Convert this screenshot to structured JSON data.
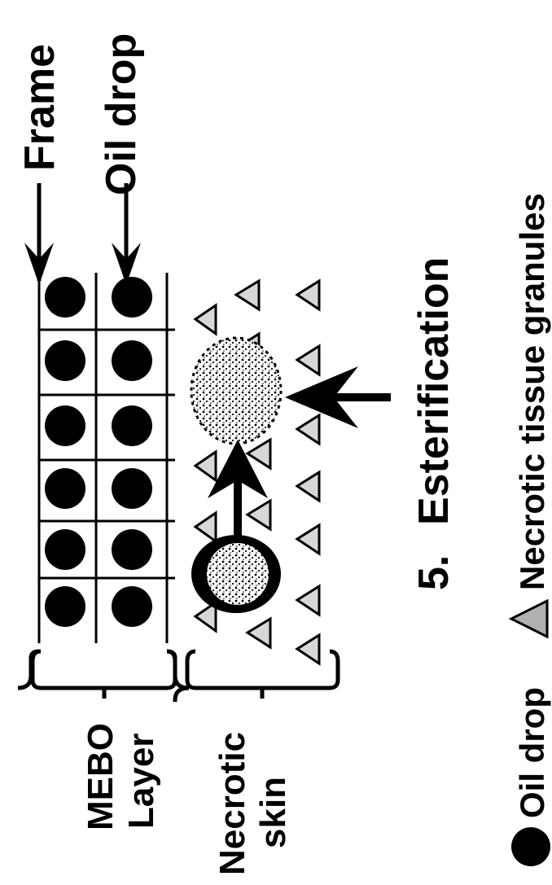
{
  "figure": {
    "labels": {
      "frame": "Frame",
      "oil_drop_top": "Oil drop",
      "mebo": "MEBO",
      "layer": "Layer",
      "necrotic": "Necrotic",
      "skin": "skin",
      "step_number": "5.",
      "step_title": "Esterification",
      "legend_oil_drop": "Oil drop",
      "legend_granules": "Necrotic tissue granules"
    },
    "legend": [
      {
        "symbol": "filled-circle",
        "label_key": "legend_oil_drop"
      },
      {
        "symbol": "shaded-triangle",
        "label_key": "legend_granules"
      }
    ],
    "colors": {
      "ink": "#000000",
      "granule_fill": "#b0b0b0",
      "background": "#ffffff"
    }
  }
}
